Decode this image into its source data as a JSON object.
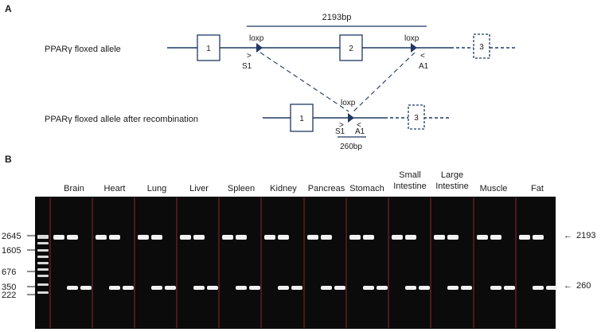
{
  "panel_a": {
    "label": "A",
    "floxed_allele_label": "PPARγ floxed allele",
    "recombined_allele_label": "PPARγ floxed allele after recombination",
    "span_label": "2193bp",
    "product_label": "260bp",
    "exons": [
      "1",
      "2",
      "3"
    ],
    "loxp_label": "loxp",
    "primer_s1": "S1",
    "primer_a1": "A1"
  },
  "panel_b": {
    "label": "B",
    "tissues": [
      "Brain",
      "Heart",
      "Lung",
      "Liver",
      "Spleen",
      "Kidney",
      "Pancreas",
      "Stomach",
      "Small Intestine",
      "Large Intestine",
      "Muscle",
      "Fat"
    ],
    "ladder_labels": [
      "2645",
      "1605",
      "676",
      "350",
      "222"
    ],
    "band_labels": [
      "2193",
      "260"
    ],
    "arrow_glyph": "←"
  },
  "colors": {
    "diagram_line": "#1f3864",
    "gel_background": "#0b0b0b",
    "lane_divider": "#8a2a2a",
    "band": "#f2f2f2"
  }
}
